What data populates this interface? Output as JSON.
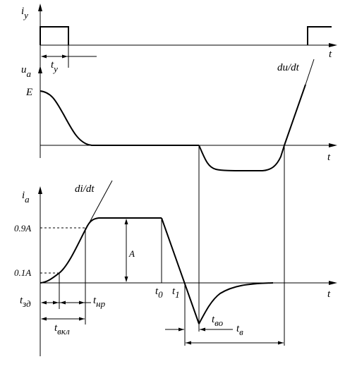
{
  "panels": {
    "gate": {
      "y_label": "i",
      "y_sub": "у",
      "t_label": "t",
      "pulse_label": "t",
      "pulse_sub": "у"
    },
    "voltage": {
      "y_label": "u",
      "y_sub": "а",
      "E_label": "E",
      "t_label": "t",
      "slope_label": "du/dt"
    },
    "current": {
      "y_label": "i",
      "y_sub": "а",
      "level_09": "0.9A",
      "level_01": "0.1A",
      "amp_label": "A",
      "slope_label": "di/dt",
      "t_label": "t",
      "t0_label": "t",
      "t0_sub": "0",
      "t1_label": "t",
      "t1_sub": "1",
      "tzd_label": "t",
      "tzd_sub": "зд",
      "tnr_label": "t",
      "tnr_sub": "нр",
      "tvkl_label": "t",
      "tvkl_sub": "вкл",
      "tvo_label": "t",
      "tvo_sub": "во",
      "tv_label": "t",
      "tv_sub": "в"
    }
  }
}
